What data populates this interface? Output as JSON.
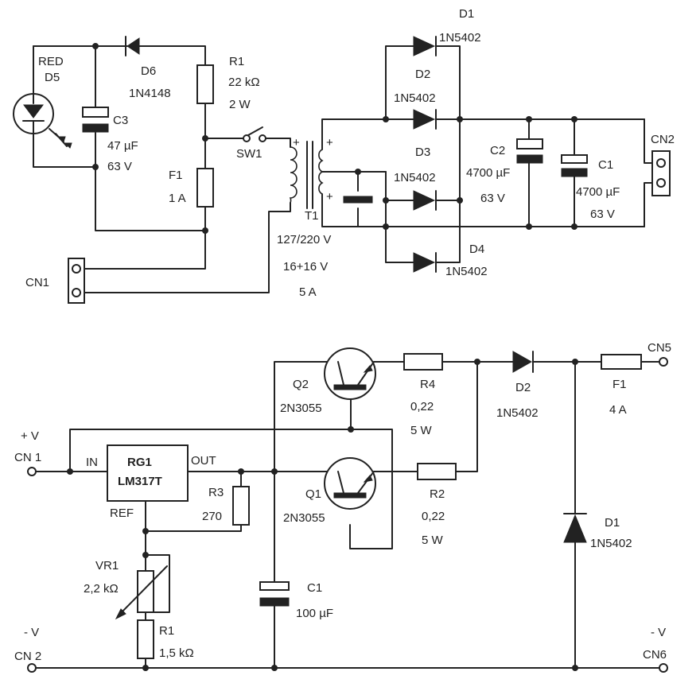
{
  "top": {
    "led": {
      "name": "RED",
      "ref": "D5"
    },
    "d6": {
      "ref": "D6",
      "part": "1N4148"
    },
    "c3": {
      "ref": "C3",
      "value": "47 µF",
      "voltage": "63 V"
    },
    "r1": {
      "ref": "R1",
      "value": "22 kΩ",
      "power": "2 W"
    },
    "sw1": {
      "ref": "SW1"
    },
    "f1": {
      "ref": "F1",
      "value": "1 A"
    },
    "cn1": {
      "ref": "CN1"
    },
    "t1": {
      "ref": "T1",
      "primary": "127/220 V",
      "secondary": "16+16 V",
      "current": "5 A"
    },
    "d1": {
      "ref": "D1",
      "part": "1N5402"
    },
    "d2": {
      "ref": "D2",
      "part": "1N5402"
    },
    "d3": {
      "ref": "D3",
      "part": "1N5402"
    },
    "d4": {
      "ref": "D4",
      "part": "1N5402"
    },
    "c2": {
      "ref": "C2",
      "value": "4700 µF",
      "voltage": "63 V"
    },
    "c1": {
      "ref": "C1",
      "value": "4700 µF",
      "voltage": "63 V"
    },
    "cn2": {
      "ref": "CN2"
    }
  },
  "bottom": {
    "pos_in": {
      "polarity": "+ V",
      "ref": "CN 1"
    },
    "neg_in": {
      "polarity": "- V",
      "ref": "CN 2"
    },
    "rg1": {
      "ref": "RG1",
      "part": "LM317T",
      "pin_in": "IN",
      "pin_out": "OUT",
      "pin_ref": "REF"
    },
    "r3": {
      "ref": "R3",
      "value": "270"
    },
    "vr1": {
      "ref": "VR1",
      "value": "2,2 kΩ"
    },
    "r1": {
      "ref": "R1",
      "value": "1,5 kΩ"
    },
    "c1": {
      "ref": "C1",
      "value": "100 µF"
    },
    "q2": {
      "ref": "Q2",
      "part": "2N3055"
    },
    "q1": {
      "ref": "Q1",
      "part": "2N3055"
    },
    "r4": {
      "ref": "R4",
      "value": "0,22",
      "power": "5 W"
    },
    "r2": {
      "ref": "R2",
      "value": "0,22",
      "power": "5 W"
    },
    "d2": {
      "ref": "D2",
      "part": "1N5402"
    },
    "d1": {
      "ref": "D1",
      "part": "1N5402"
    },
    "f1": {
      "ref": "F1",
      "value": "4 A"
    },
    "cn5": {
      "ref": "CN5"
    },
    "cn6": {
      "polarity": "- V",
      "ref": "CN6"
    }
  }
}
